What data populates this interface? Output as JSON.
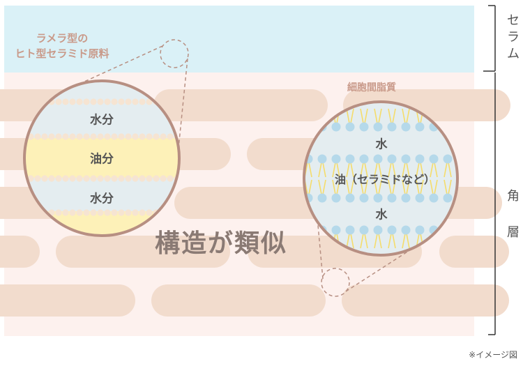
{
  "labels": {
    "serum_layer": "セラム",
    "corneum_layer": "角層",
    "lamellar_source_line1": "ラメラ型の",
    "lamellar_source_line2": "ヒト型セラミド原料",
    "intercellular_lipid": "細胞間脂質",
    "similar_structure": "構造が類似",
    "note": "※イメージ図"
  },
  "left_magnifier": {
    "layers": [
      "水分",
      "油分",
      "水分"
    ]
  },
  "right_magnifier": {
    "layers": [
      "水",
      "油（セラミドなど）",
      "水"
    ]
  },
  "colors": {
    "serum_bg": "#daf1f7",
    "corneum_bg": "#fdf1ee",
    "cell": "#f2dccd",
    "lens_border": "#b78f82",
    "water_band": "#e4edf0",
    "oil_band": "#fdf1b8",
    "lipid_head_left": "#f6e4d2",
    "lipid_head_right": "#b5d9ea",
    "lipid_tail": "#f5dc6a",
    "accent_text": "#c99a8a",
    "bracket": "#333333"
  }
}
